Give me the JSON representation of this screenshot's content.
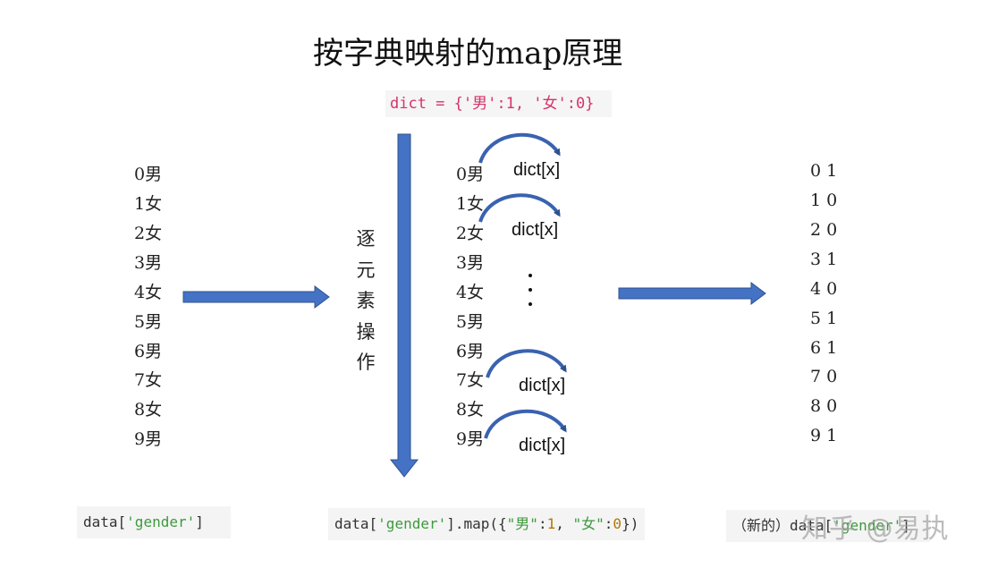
{
  "title": "按字典映射的map原理",
  "dict_code": "dict = {'男':1, '女':0}",
  "vertical_label": "逐元素操作",
  "left_column": [
    "0男",
    "1女",
    "2女",
    "3男",
    "4女",
    "5男",
    "6男",
    "7女",
    "8女",
    "9男"
  ],
  "middle_column": [
    "0男",
    "1女",
    "2女",
    "3男",
    "4女",
    "5男",
    "6男",
    "7女",
    "8女",
    "9男"
  ],
  "right_column": [
    "0 1",
    "1 0",
    "2 0",
    "3 1",
    "4 0",
    "5 1",
    "6 1",
    "7 0",
    "8 0",
    "9 1"
  ],
  "dict_labels": [
    "dict[x]",
    "dict[x]",
    "dict[x]",
    "dict[x]"
  ],
  "code": {
    "left_prefix": "data[",
    "left_str": "'gender'",
    "left_suffix": "]",
    "middle_prefix": "data[",
    "middle_str": "'gender'",
    "middle_map": "].map({",
    "middle_key1": "\"男\"",
    "middle_colon1": ":",
    "middle_val1": "1",
    "middle_sep": ", ",
    "middle_key2": "\"女\"",
    "middle_colon2": ":",
    "middle_val2": "0",
    "middle_end": "})",
    "right_prefix": "（新的）data[",
    "right_str": "'gender'",
    "right_suffix": "]"
  },
  "watermark": "知乎 @易执",
  "colors": {
    "arrow": "#4472c4",
    "arrow_dark": "#2f528f",
    "code_key": "#d6336c",
    "string": "#3d9a3d"
  },
  "icons": [
    "right-arrow-icon",
    "down-arrow-icon",
    "curved-arrow-icon"
  ]
}
